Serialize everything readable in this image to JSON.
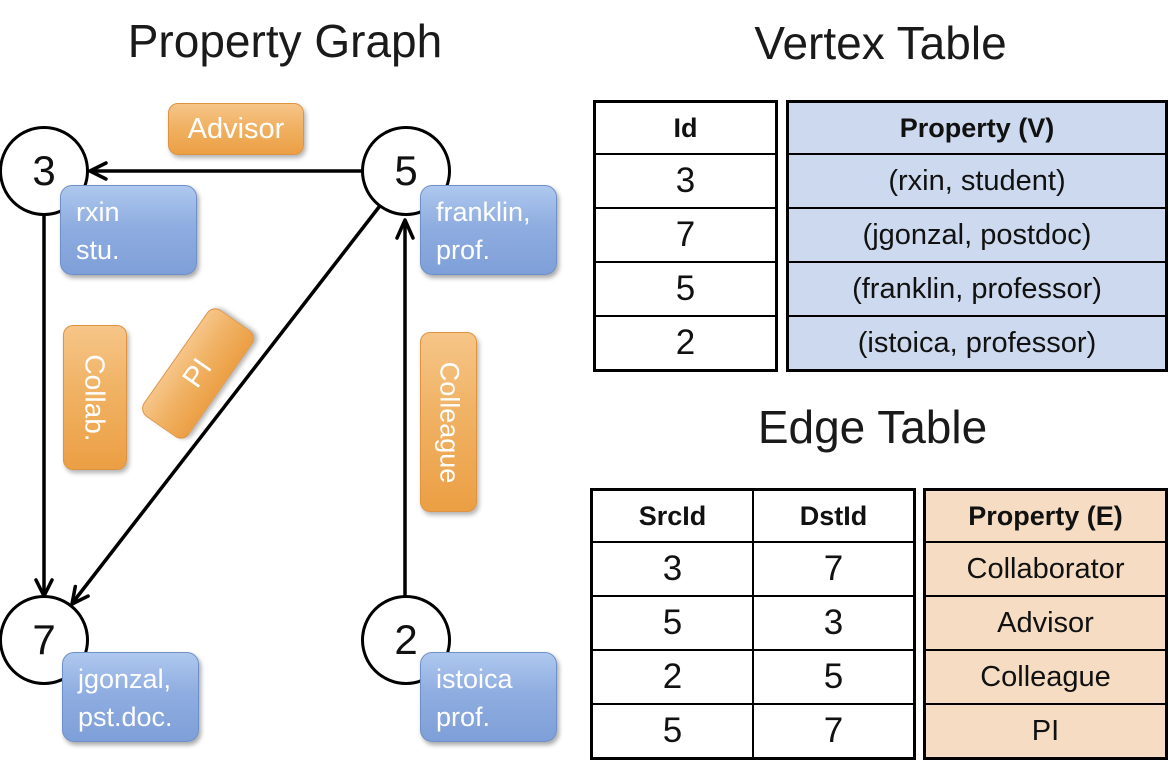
{
  "graph": {
    "title": "Property Graph",
    "nodes": {
      "n3": "3",
      "n5": "5",
      "n7": "7",
      "n2": "2"
    },
    "vertex_boxes": {
      "rxin": {
        "line1": "rxin",
        "line2": "stu."
      },
      "franklin": {
        "line1": "franklin,",
        "line2": "prof."
      },
      "jgonzal": {
        "line1": "jgonzal,",
        "line2": "pst.doc."
      },
      "istoica": {
        "line1": "istoica",
        "line2": "prof."
      }
    },
    "edge_labels": {
      "advisor": "Advisor",
      "collab": "Collab.",
      "pi": "PI",
      "colleague": "Colleague"
    }
  },
  "vertex_table": {
    "title": "Vertex Table",
    "columns": [
      "Id",
      "Property (V)"
    ],
    "rows": [
      [
        "3",
        "(rxin, student)"
      ],
      [
        "7",
        "(jgonzal, postdoc)"
      ],
      [
        "5",
        "(franklin, professor)"
      ],
      [
        "2",
        "(istoica, professor)"
      ]
    ]
  },
  "edge_table": {
    "title": "Edge Table",
    "columns": [
      "SrcId",
      "DstId",
      "Property (E)"
    ],
    "rows": [
      [
        "3",
        "7",
        "Collaborator"
      ],
      [
        "5",
        "3",
        "Advisor"
      ],
      [
        "2",
        "5",
        "Colleague"
      ],
      [
        "5",
        "7",
        "PI"
      ]
    ]
  },
  "colors": {
    "edge_label_fill_top": "#f6c588",
    "edge_label_fill_bottom": "#ec9f44",
    "vertex_box_fill_top": "#aec8ee",
    "vertex_box_fill_bottom": "#7e9fd8",
    "vertex_table_fill": "#ccd9ee",
    "edge_table_fill": "#f5dcc3",
    "edge_stroke": "#000000"
  }
}
